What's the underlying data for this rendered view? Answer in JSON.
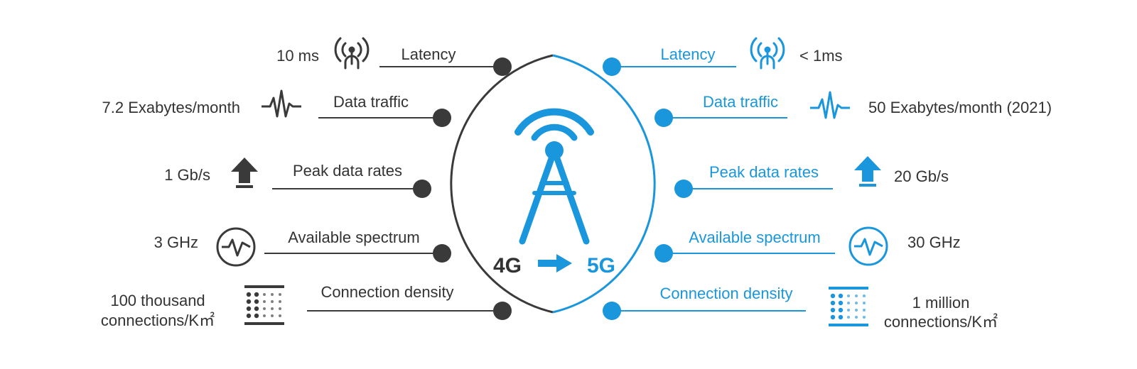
{
  "colors": {
    "g4": "#3a3a3a",
    "g5": "#1a96dc"
  },
  "center": {
    "from_label": "4G",
    "to_label": "5G"
  },
  "metrics": [
    {
      "name_4g": "Latency",
      "value_4g": "10 ms",
      "name_5g": "Latency",
      "value_5g": "< 1ms",
      "icon": "antenna-signal-icon"
    },
    {
      "name_4g": "Data traffic",
      "value_4g": "7.2 Exabytes/month",
      "name_5g": "Data traffic",
      "value_5g": "50 Exabytes/month (2021)",
      "icon": "waveform-icon"
    },
    {
      "name_4g": "Peak data rates",
      "value_4g": "1 Gb/s",
      "name_5g": "Peak data rates",
      "value_5g": "20 Gb/s",
      "icon": "upload-arrow-icon"
    },
    {
      "name_4g": "Available spectrum",
      "value_4g": "3 GHz",
      "name_5g": "Available spectrum",
      "value_5g": "30 GHz",
      "icon": "pulse-circle-icon"
    },
    {
      "name_4g": "Connection density",
      "value_4g_line1": "100 thousand",
      "value_4g_line2": "connections/K㎡",
      "name_5g": "Connection density",
      "value_5g_line1": "1 million",
      "value_5g_line2": "connections/K㎡",
      "icon": "density-grid-icon"
    }
  ]
}
